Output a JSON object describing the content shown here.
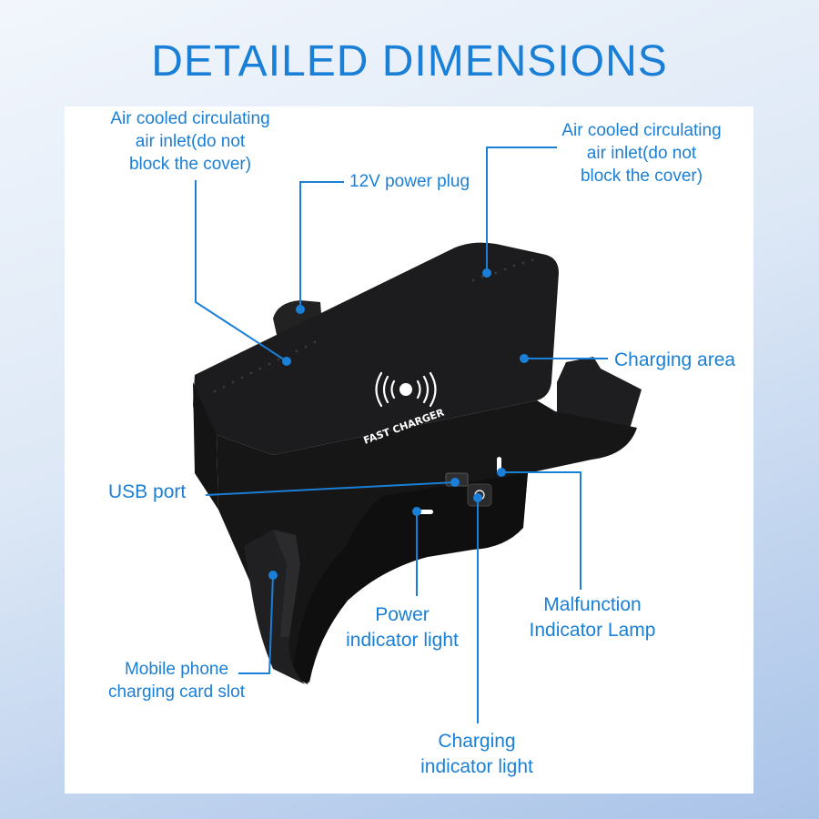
{
  "page": {
    "title": "DETAILED DIMENSIONS",
    "accent_color": "#1a7fd6",
    "device_color": "#1c1c1e"
  },
  "device": {
    "logo_icon": "qi-wireless-icon",
    "logo_text": "FAST CHARGER"
  },
  "callouts": {
    "air_inlet_left": [
      "Air cooled circulating",
      "air inlet(do not",
      "block the cover)"
    ],
    "air_inlet_right": [
      "Air cooled circulating",
      "air inlet(do not",
      "block the cover)"
    ],
    "power_plug": "12V power plug",
    "charging_area": "Charging area",
    "usb_port": "USB port",
    "power_indicator": [
      "Power",
      "indicator light"
    ],
    "malfunction_lamp": [
      "Malfunction",
      "Indicator Lamp"
    ],
    "card_slot": [
      "Mobile phone",
      "charging card slot"
    ],
    "charging_indicator": [
      "Charging",
      "indicator light"
    ]
  }
}
